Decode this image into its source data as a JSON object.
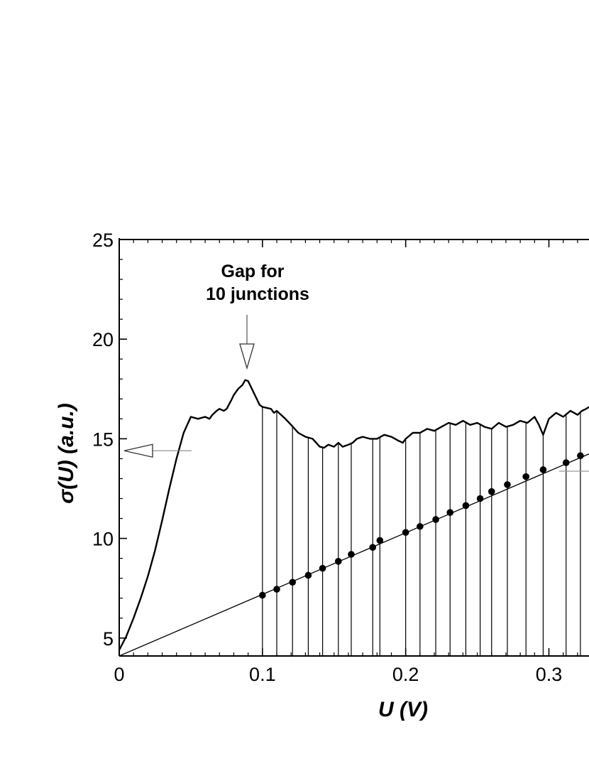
{
  "chart_data": {
    "type": "line",
    "title": "",
    "xlabel": "U (V)",
    "ylabel": "σ(U)  (a.u.)",
    "xlim": [
      0,
      0.328
    ],
    "ylim": [
      4.1,
      25
    ],
    "x_ticks": [
      0,
      0.1,
      0.2,
      0.3
    ],
    "x_tick_labels": [
      "0",
      "0.1",
      "0.2",
      "0.3"
    ],
    "y_ticks": [
      5,
      10,
      15,
      20,
      25
    ],
    "y_tick_labels": [
      "5",
      "10",
      "15",
      "20",
      "25"
    ],
    "grid": false,
    "annotation": {
      "text_lines": [
        "Gap for",
        "10  junctions"
      ],
      "target": [
        0.088,
        18.3
      ]
    },
    "left_axis_arrow_y": 14.4,
    "series": [
      {
        "style": "thick-line",
        "x": [
          0,
          0.005,
          0.01,
          0.015,
          0.02,
          0.025,
          0.03,
          0.035,
          0.04,
          0.045,
          0.05,
          0.055,
          0.06,
          0.063,
          0.065,
          0.068,
          0.07,
          0.073,
          0.075,
          0.078,
          0.08,
          0.083,
          0.086,
          0.088,
          0.09,
          0.092,
          0.094,
          0.096,
          0.098,
          0.1,
          0.103,
          0.106,
          0.108,
          0.11,
          0.113,
          0.116,
          0.12,
          0.125,
          0.13,
          0.135,
          0.14,
          0.143,
          0.146,
          0.15,
          0.153,
          0.156,
          0.16,
          0.163,
          0.166,
          0.17,
          0.175,
          0.18,
          0.185,
          0.19,
          0.195,
          0.198,
          0.2,
          0.205,
          0.21,
          0.215,
          0.22,
          0.225,
          0.23,
          0.235,
          0.24,
          0.245,
          0.25,
          0.255,
          0.26,
          0.265,
          0.27,
          0.275,
          0.28,
          0.285,
          0.29,
          0.293,
          0.296,
          0.3,
          0.305,
          0.31,
          0.315,
          0.32,
          0.323,
          0.326,
          0.328
        ],
        "y": [
          4.4,
          5.1,
          6.0,
          7.0,
          8.1,
          9.4,
          10.9,
          12.5,
          14.0,
          15.3,
          16.1,
          16.0,
          16.1,
          16.0,
          16.2,
          16.4,
          16.5,
          16.4,
          16.5,
          16.9,
          17.2,
          17.5,
          17.7,
          17.95,
          17.9,
          17.6,
          17.3,
          17.0,
          16.7,
          16.6,
          16.55,
          16.5,
          16.3,
          16.4,
          16.2,
          16.0,
          15.7,
          15.3,
          15.1,
          15.0,
          14.6,
          14.55,
          14.7,
          14.6,
          14.8,
          14.6,
          14.7,
          14.8,
          15.0,
          15.1,
          15.0,
          15.0,
          15.2,
          15.1,
          14.9,
          14.8,
          15.0,
          15.3,
          15.3,
          15.5,
          15.4,
          15.6,
          15.8,
          15.7,
          15.9,
          15.7,
          15.8,
          15.6,
          15.5,
          15.8,
          15.6,
          15.7,
          15.9,
          15.8,
          16.1,
          15.7,
          15.2,
          16.0,
          16.3,
          16.1,
          16.4,
          16.2,
          16.4,
          16.5,
          16.6
        ]
      },
      {
        "style": "thin-fit-line",
        "x": [
          0,
          0.33
        ],
        "y": [
          4.1,
          14.3
        ]
      },
      {
        "style": "markers",
        "x": [
          0.1,
          0.11,
          0.121,
          0.132,
          0.142,
          0.153,
          0.162,
          0.177,
          0.182,
          0.2,
          0.21,
          0.221,
          0.231,
          0.242,
          0.252,
          0.26,
          0.271,
          0.284,
          0.296,
          0.312,
          0.322
        ],
        "y": [
          7.15,
          7.45,
          7.8,
          8.15,
          8.5,
          8.85,
          9.2,
          9.55,
          9.9,
          10.3,
          10.6,
          10.95,
          11.3,
          11.65,
          12.0,
          12.35,
          12.7,
          13.1,
          13.45,
          13.8,
          14.15
        ]
      }
    ]
  }
}
